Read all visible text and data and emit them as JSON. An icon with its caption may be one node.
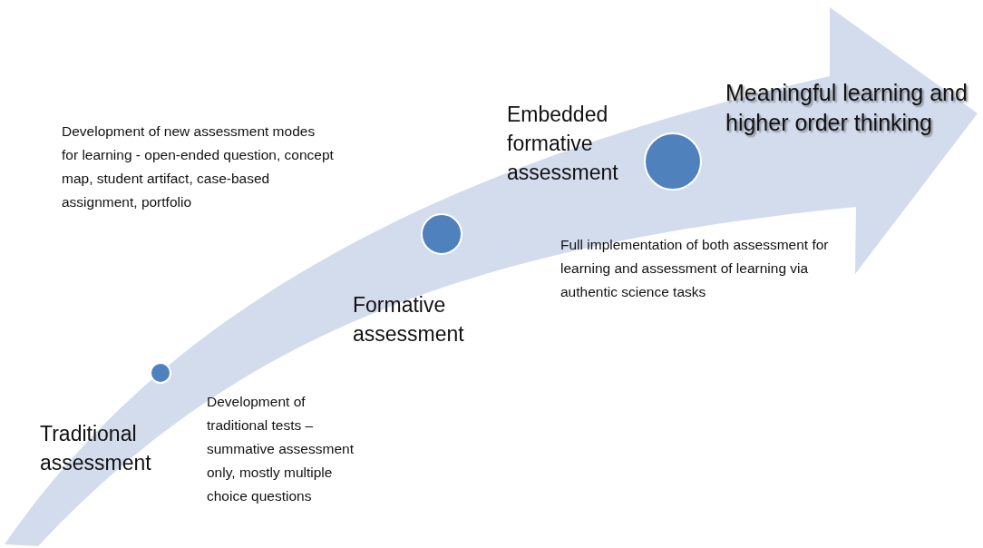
{
  "diagram": {
    "nodes": [
      {
        "text": [],
        "shape": "circle",
        "beside": [
          "Traditional assessment"
        ]
      },
      {
        "text": [],
        "shape": "circle",
        "beside": [
          "Formative assessment"
        ]
      },
      {
        "text": [],
        "shape": "circle",
        "beside": [
          "Embedded formative assessment"
        ]
      }
    ],
    "labels": [
      "Meaningful learning and higher order thinking",
      "Development of new assessment modes for learning - open-ended question, concept map, student artifact, case-based assignment, portfolio",
      "Development of traditional tests – summative assessment only, mostly multiple choice questions",
      "Full implementation of both assessment for learning and assessment of learning via authentic science tasks"
    ]
  }
}
